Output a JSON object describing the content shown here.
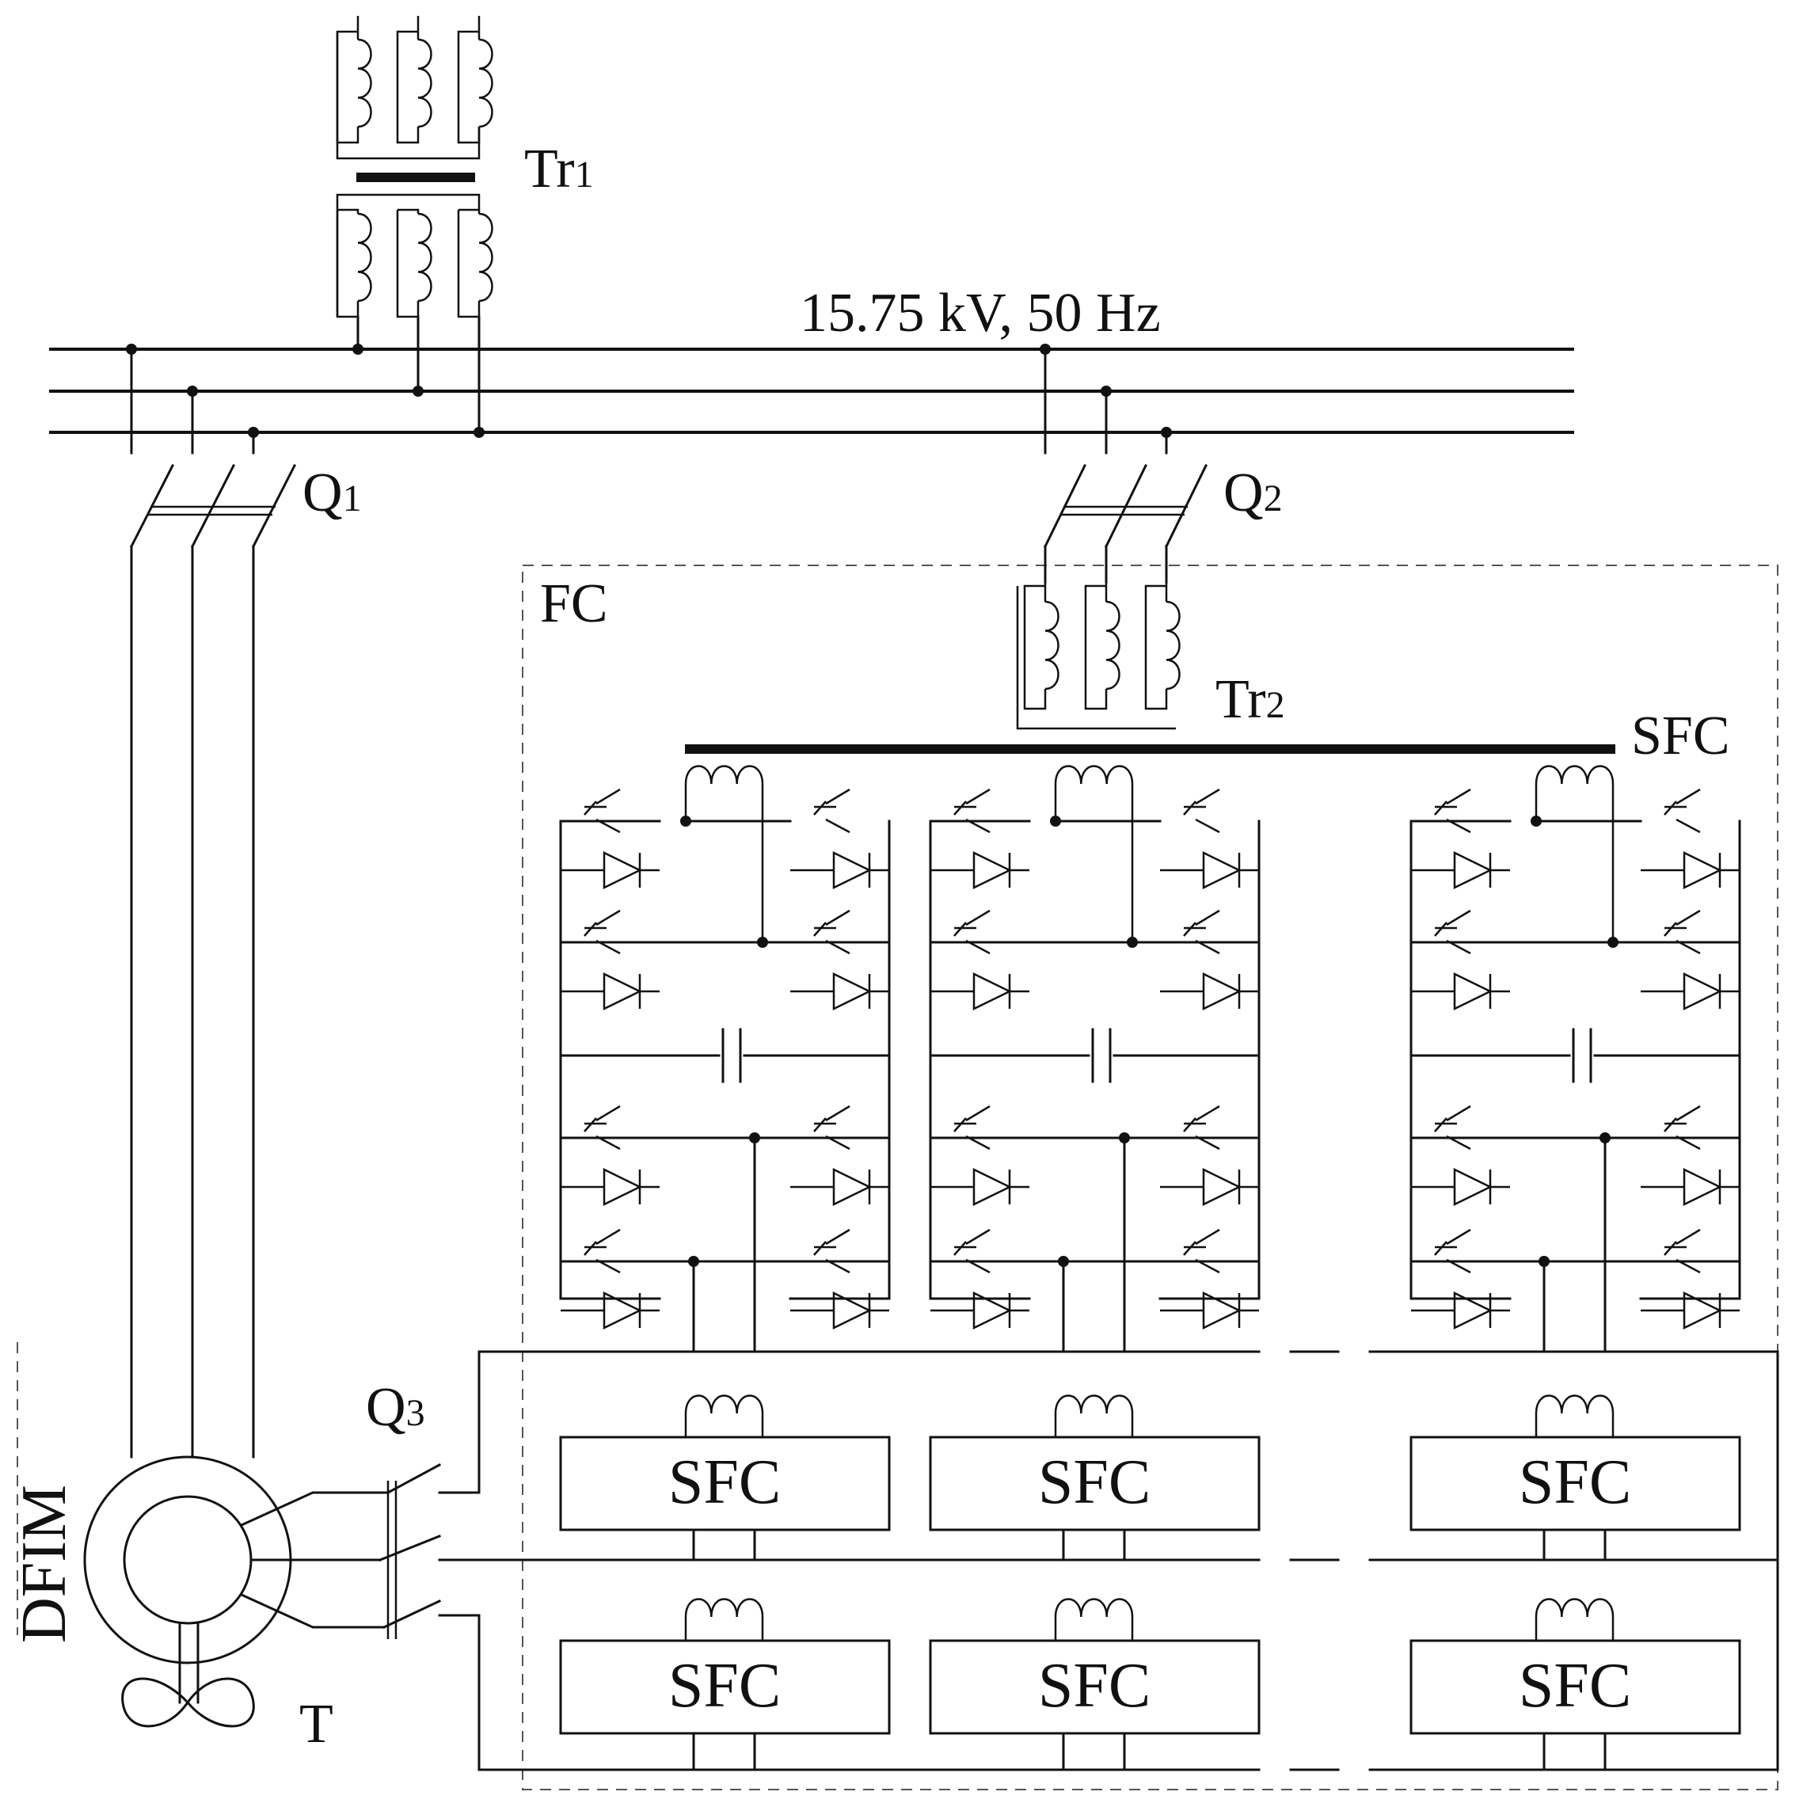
{
  "bus": {
    "label": "15.75 kV, 50 Hz"
  },
  "labels": {
    "tr1": "Tr",
    "tr1_sub": "1",
    "tr2": "Tr",
    "tr2_sub": "2",
    "q1": "Q",
    "q1_sub": "1",
    "q2": "Q",
    "q2_sub": "2",
    "q3": "Q",
    "q3_sub": "3",
    "fc": "FC",
    "sfc_top": "SFC",
    "dfim": "DFIM",
    "turbine": "T"
  },
  "sfc_blocks": {
    "row1": [
      "SFC",
      "SFC",
      "SFC"
    ],
    "row2": [
      "SFC",
      "SFC",
      "SFC"
    ]
  }
}
